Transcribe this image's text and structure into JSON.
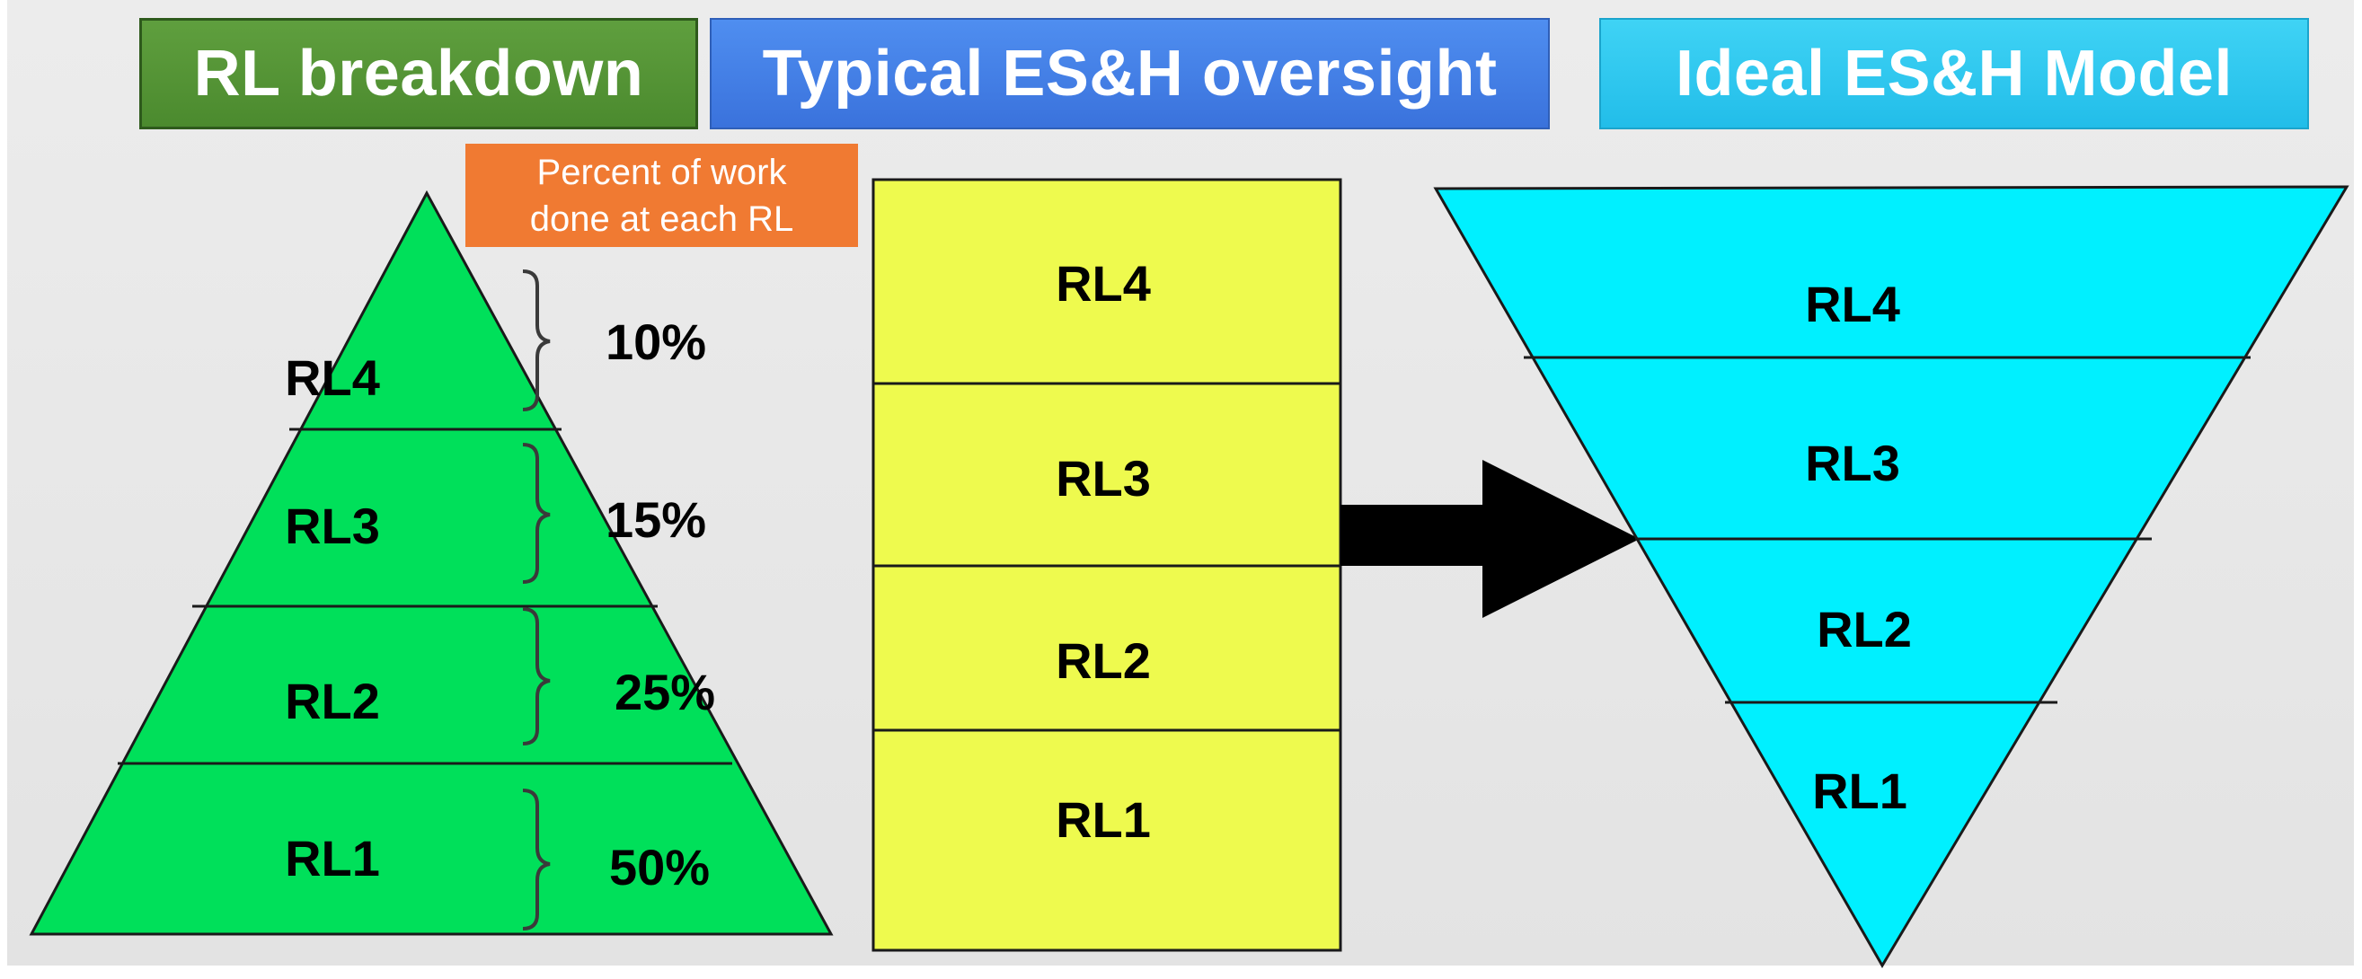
{
  "headers": {
    "rl_breakdown": "RL breakdown",
    "typical": "Typical ES&H oversight",
    "ideal": "Ideal ES&H Model"
  },
  "note": {
    "line1": "Percent of work",
    "line2": "done at each RL"
  },
  "pyramid": {
    "levels": [
      "RL4",
      "RL3",
      "RL2",
      "RL1"
    ],
    "percents": [
      "10%",
      "15%",
      "25%",
      "50%"
    ]
  },
  "typical_stack": [
    "RL4",
    "RL3",
    "RL2",
    "RL1"
  ],
  "ideal_funnel": [
    "RL4",
    "RL3",
    "RL2",
    "RL1"
  ],
  "colors": {
    "pyramid_fill": "#00e05a",
    "stack_fill": "#eefa4e",
    "funnel_fill": "#00f0ff",
    "arrow": "#000000",
    "note_bg": "#f07a32"
  }
}
